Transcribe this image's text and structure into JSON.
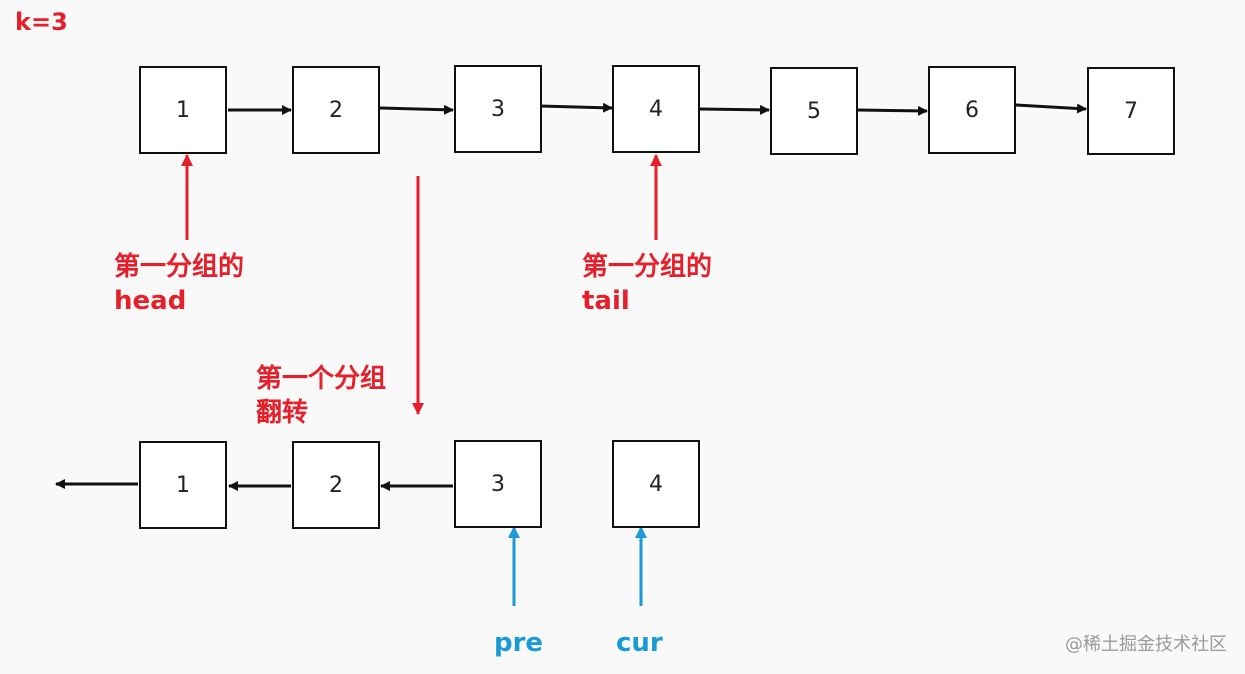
{
  "k_label": "k=3",
  "top_nodes": [
    "1",
    "2",
    "3",
    "4",
    "5",
    "6",
    "7"
  ],
  "bottom_nodes": [
    "1",
    "2",
    "3",
    "4"
  ],
  "labels": {
    "head_line1": "第一分组的",
    "head_line2": "head",
    "tail_line1": "第一分组的",
    "tail_line2": "tail",
    "reverse_line1": "第一个分组",
    "reverse_line2": "翻转",
    "pre": "pre",
    "cur": "cur"
  },
  "watermark": "@稀土掘金技术社区",
  "colors": {
    "red": "#e5202a",
    "blue": "#1a9ad6",
    "black": "#111111"
  }
}
